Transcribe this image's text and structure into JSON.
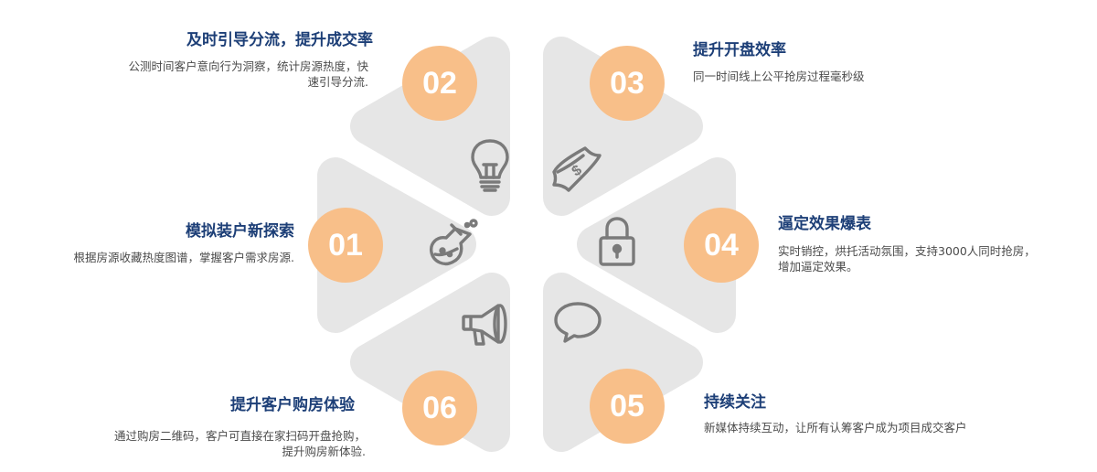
{
  "items": [
    {
      "number": "01",
      "title": "模拟装户新探索",
      "desc": "根据房源收藏热度图谱，掌握客户需求房源.",
      "icon": "flask-icon"
    },
    {
      "number": "02",
      "title": "及时引导分流，提升成交率",
      "desc_lines": [
        "公测时间客户意向行为洞察，统计房源热度，快",
        "速引导分流."
      ],
      "icon": "lightbulb-icon"
    },
    {
      "number": "03",
      "title": "提升开盘效率",
      "desc": "同一时间线上公平抢房过程毫秒级",
      "icon": "money-bill-icon"
    },
    {
      "number": "04",
      "title": "逼定效果爆表",
      "desc_lines": [
        "实时销控，烘托活动氛围，支持3000人同时抢房，",
        "增加逼定效果。"
      ],
      "icon": "lock-icon"
    },
    {
      "number": "05",
      "title": "持续关注",
      "desc": "新媒体持续互动，让所有认筹客户成为项目成交客户",
      "icon": "chat-bubble-icon"
    },
    {
      "number": "06",
      "title": "提升客户购房体验",
      "desc_lines": [
        "通过购房二维码，客户可直接在家扫码开盘抢购，",
        "提升购房新体验."
      ],
      "icon": "megaphone-icon"
    }
  ],
  "colors": {
    "segment": "#e6e6e6",
    "circle": "#f8bf89",
    "title": "#1d3f77",
    "desc": "#4b4b4b",
    "icon": "#7a7a7a"
  }
}
